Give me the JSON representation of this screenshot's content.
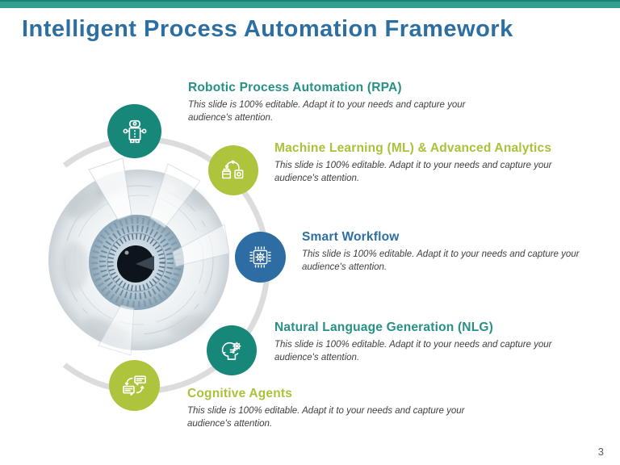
{
  "slide": {
    "title": "Intelligent Process Automation Framework",
    "page_number": "3"
  },
  "colors": {
    "top_bar": "#31a090",
    "title_text": "#2d6fa1",
    "teal_circle": "#17877a",
    "lime_circle": "#adc43c",
    "blue_circle": "#2e6da4",
    "teal_heading": "#279086",
    "lime_heading": "#a9c23a",
    "blue_heading": "#2d6fa1",
    "body_text": "#3f3f3f",
    "arc": "#dcdcdc"
  },
  "items": [
    {
      "label": "Robotic Process Automation (RPA)",
      "description": "This slide is 100% editable. Adapt it to your needs and capture your audience's attention.",
      "icon": "robot-icon",
      "circle_color": "#17877a",
      "heading_color": "#279086"
    },
    {
      "label": "Machine Learning (ML) & Advanced Analytics",
      "description": "This slide is 100% editable. Adapt it to your needs and capture your audience's attention.",
      "icon": "robotic-arm-icon",
      "circle_color": "#adc43c",
      "heading_color": "#a9c23a"
    },
    {
      "label": "Smart Workflow",
      "description": "This slide is 100% editable. Adapt it to your needs and capture your audience's attention.",
      "icon": "chip-gear-icon",
      "circle_color": "#2e6da4",
      "heading_color": "#2d6fa1"
    },
    {
      "label": "Natural Language Generation (NLG)",
      "description": "This slide is 100% editable. Adapt it to your needs and capture your audience's attention.",
      "icon": "head-gear-icon",
      "circle_color": "#17877a",
      "heading_color": "#279086"
    },
    {
      "label": "Cognitive Agents",
      "description": "This slide is 100% editable. Adapt it to your needs and capture your audience's attention.",
      "icon": "chat-cycle-icon",
      "circle_color": "#adc43c",
      "heading_color": "#a9c23a"
    }
  ],
  "decor": {
    "eye_image": "techno-eye-graphic",
    "arc": "connector-arc"
  }
}
